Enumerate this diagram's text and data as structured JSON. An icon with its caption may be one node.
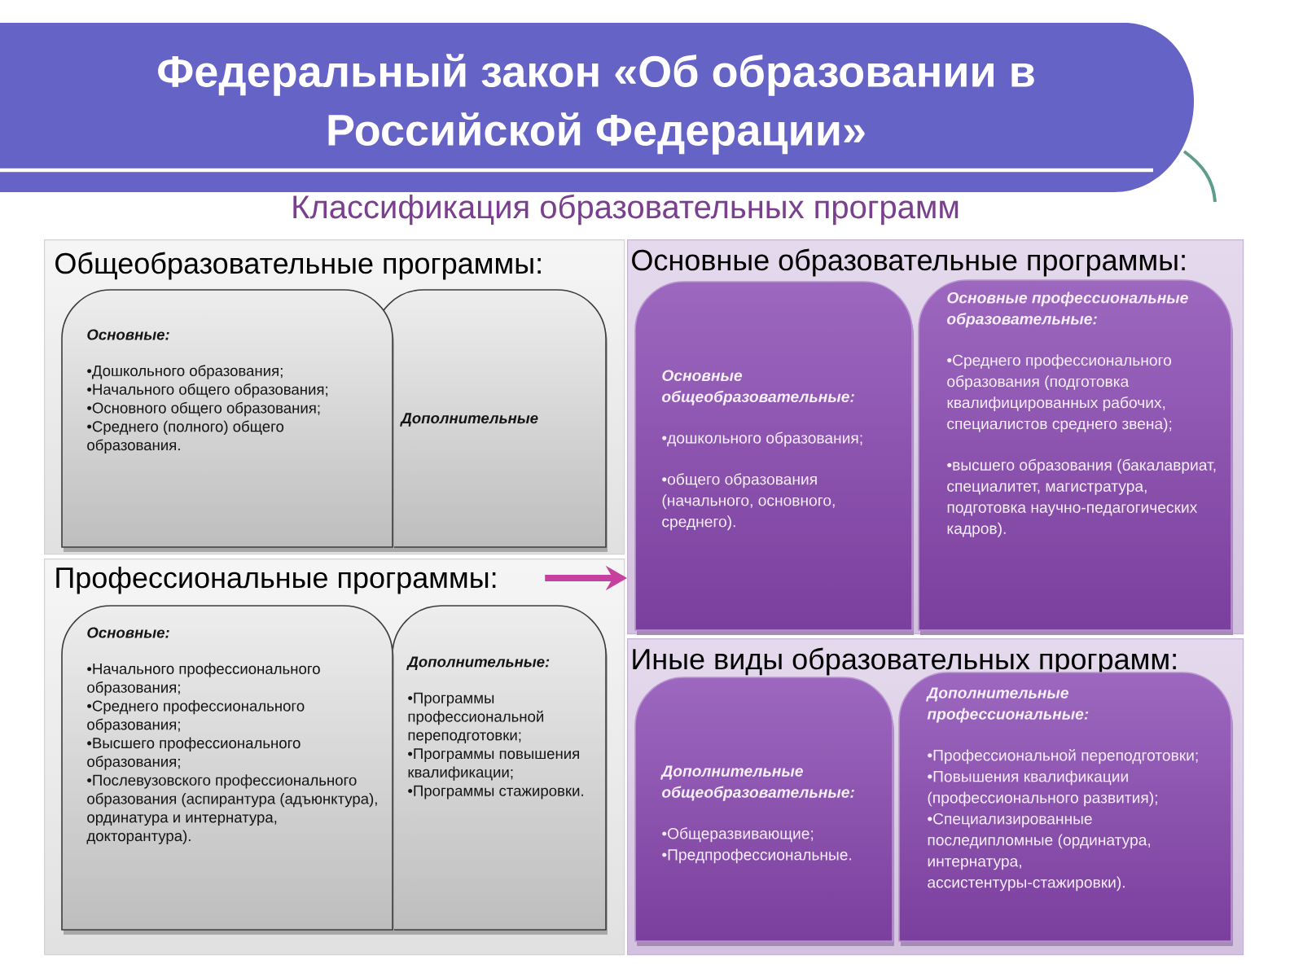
{
  "diagram": {
    "title": "Федеральный закон «Об образовании в Российской Федерации»",
    "nodes": [
      {
        "text": [
          "Общеобразовательные программы:"
        ]
      },
      {
        "text": [
          "Основные:",
          "•Дошкольного образования;",
          "•Начального общего образования;",
          "•Основного общего образования;",
          "•Среднего (полного) общего образования."
        ],
        "in": 0
      },
      {
        "text": [
          "Дополнительные"
        ],
        "in": 0
      },
      {
        "text": [
          "Профессиональные программы:"
        ]
      },
      {
        "text": [
          "Основные:",
          "•Начального профессионального образования;",
          "•Среднего профессионального образования;",
          "•Высшего профессионального образования;",
          "•Послевузовского профессионального образования (аспирантура (адъюнктура), ординатура и интернатура, докторантура)."
        ],
        "in": 3
      },
      {
        "text": [
          "Дополнительные:",
          "•Программы профессиональной переподготовки;",
          "•Программы повышения квалификации;",
          "•Программы стажировки."
        ],
        "in": 3
      },
      {
        "text": [
          "Основные образовательные программы:"
        ]
      },
      {
        "text": [
          "Основные общеобразовательные:",
          "•дошкольного образования;",
          "•общего образования (начального, основного, среднего)."
        ],
        "in": 6
      },
      {
        "text": [
          "Основные профессиональные образовательные:",
          "•Среднего профессионального образования (подготовка квалифицированных рабочих, специалистов среднего звена);",
          "•высшего образования (бакалавриат, специалитет, магистратура, подготовка научно-педагогических кадров)."
        ],
        "in": 6
      },
      {
        "text": [
          "Иные виды образовательных программ:"
        ]
      },
      {
        "text": [
          "Дополнительные общеобразовательные:",
          "•Общеразвивающие;",
          "•Предпрофессиональные."
        ],
        "in": 9
      },
      {
        "text": [
          "Дополнительные профессиональные:",
          "•Профессиональной переподготовки;",
          "•Повышения квалификации (профессионального развития);",
          "•Специализированные последипломные (ординатура, интернатура, ассистентуры-стажировки)."
        ],
        "in": 9
      }
    ],
    "edges": [
      {
        "from": 3,
        "to": 6,
        "arrow": "to"
      }
    ],
    "labels": [
      "Классификация образовательных программ"
    ]
  }
}
